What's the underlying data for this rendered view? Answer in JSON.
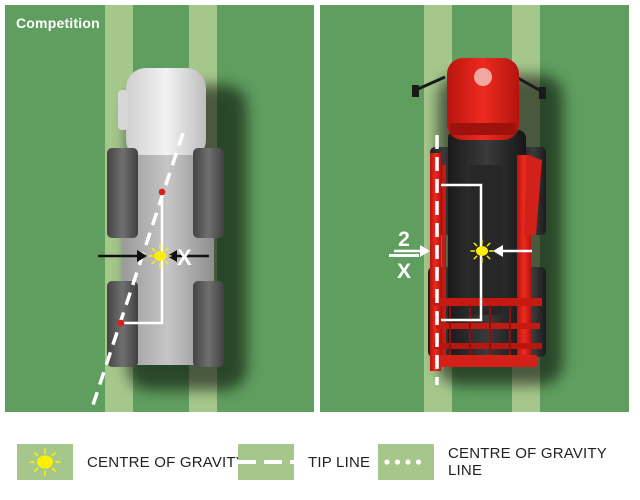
{
  "colors": {
    "field_green": "#5f9e5f",
    "stripe_green": "#a6c78c",
    "tractor_red": "#e1261c",
    "cog_yellow": "#fff000",
    "marker_red": "#e01b1b",
    "line_white": "#ffffff"
  },
  "left_panel": {
    "label": "Competition",
    "distance_label": "X"
  },
  "right_panel": {
    "distance_numerator": "2",
    "distance_denominator": "X"
  },
  "legend": {
    "cog": {
      "label": "CENTRE OF GRAVITY",
      "icon": "sun-icon"
    },
    "tip": {
      "label": "TIP LINE",
      "icon": "dashed-line-icon"
    },
    "cog_line": {
      "label": "CENTRE OF GRAVITY LINE",
      "icon": "dotted-line-icon"
    }
  }
}
